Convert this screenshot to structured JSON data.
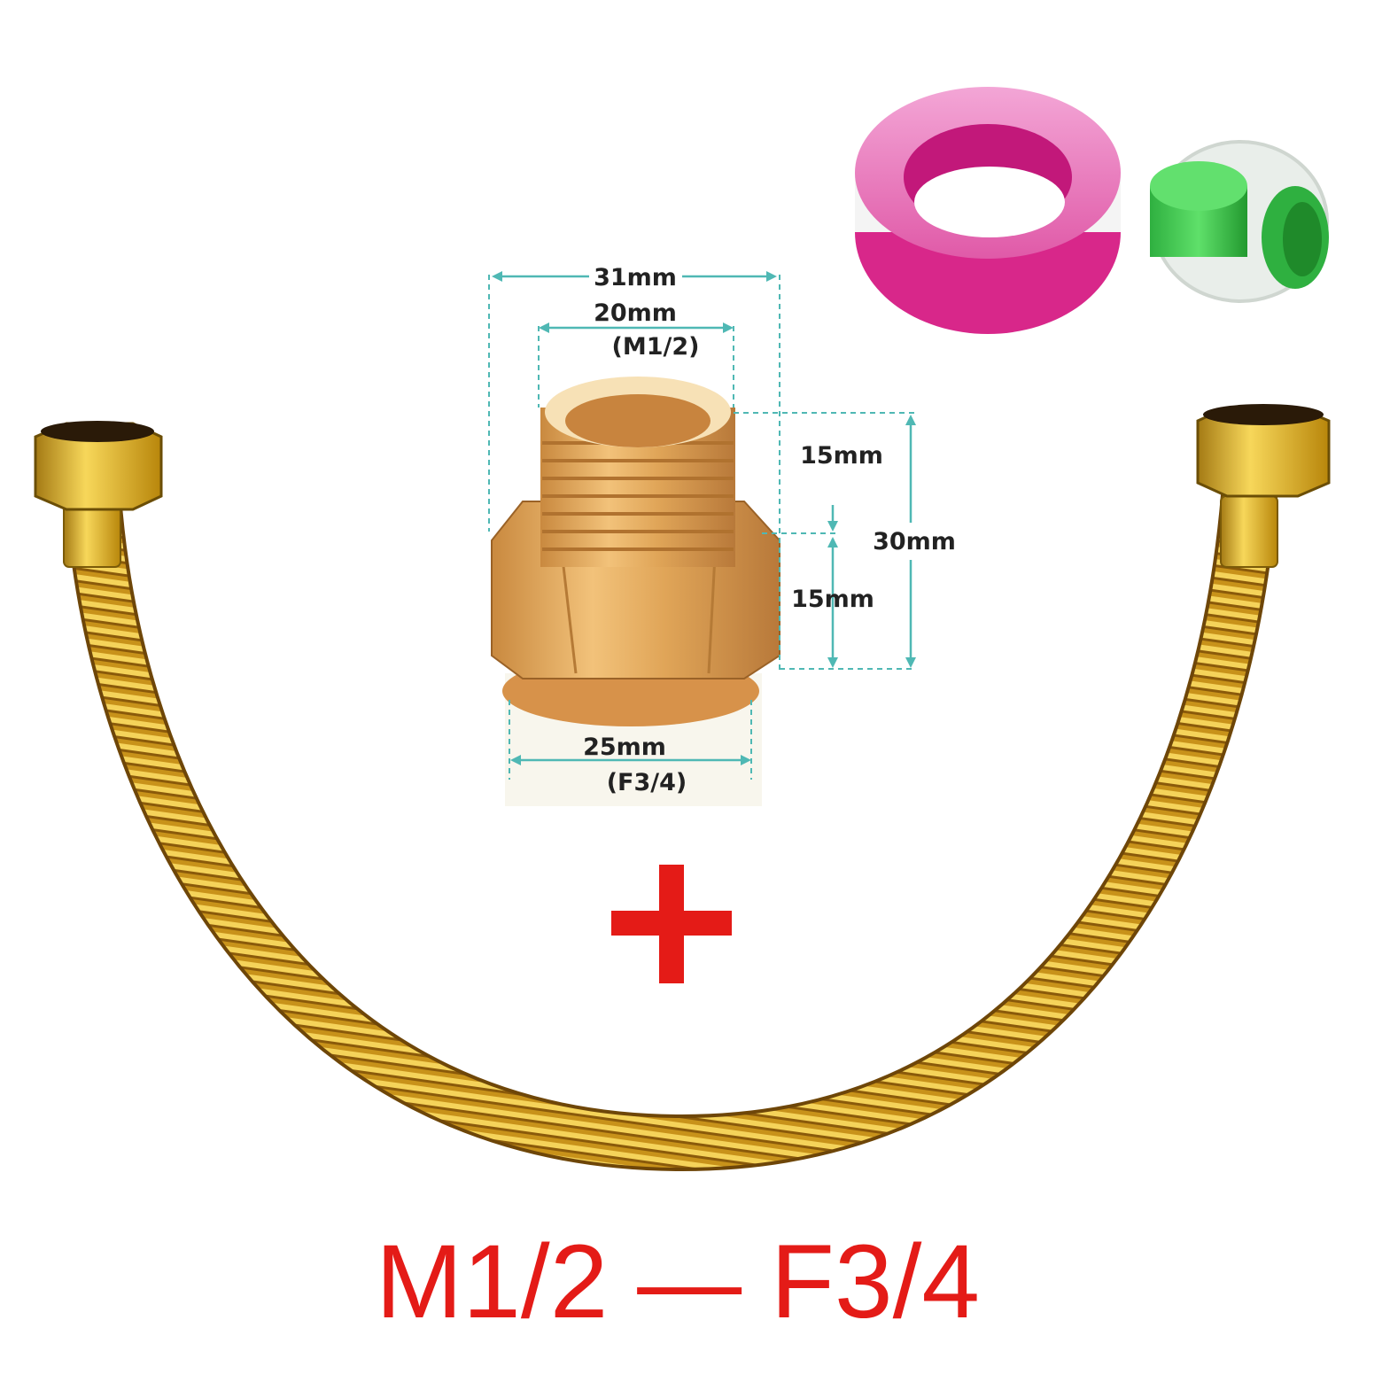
{
  "colors": {
    "background": "#ffffff",
    "accent_red": "#e41b17",
    "dimension_line": "#4fb8b4",
    "brass": "#d9a94a",
    "hose_gold": "#d3a21b",
    "tape_pink": "#e0388f",
    "gasket_green": "#33c24a"
  },
  "products": {
    "hose": {
      "icon": "braided-hose-icon"
    },
    "adapter": {
      "icon": "brass-adapter-icon"
    },
    "tape": {
      "icon": "ptfe-tape-roll-icon"
    },
    "gasket": {
      "icon": "rubber-gasket-icon"
    }
  },
  "dimensions": {
    "outer_width": "31mm",
    "thread_width": "20mm",
    "thread_spec": "(M1/2)",
    "upper_height": "15mm",
    "total_height": "30mm",
    "lower_height": "15mm",
    "base_width": "25mm",
    "base_spec": "(F3/4)"
  },
  "plus_symbol": {
    "icon": "plus-icon"
  },
  "caption": "M1/2 — F3/4"
}
